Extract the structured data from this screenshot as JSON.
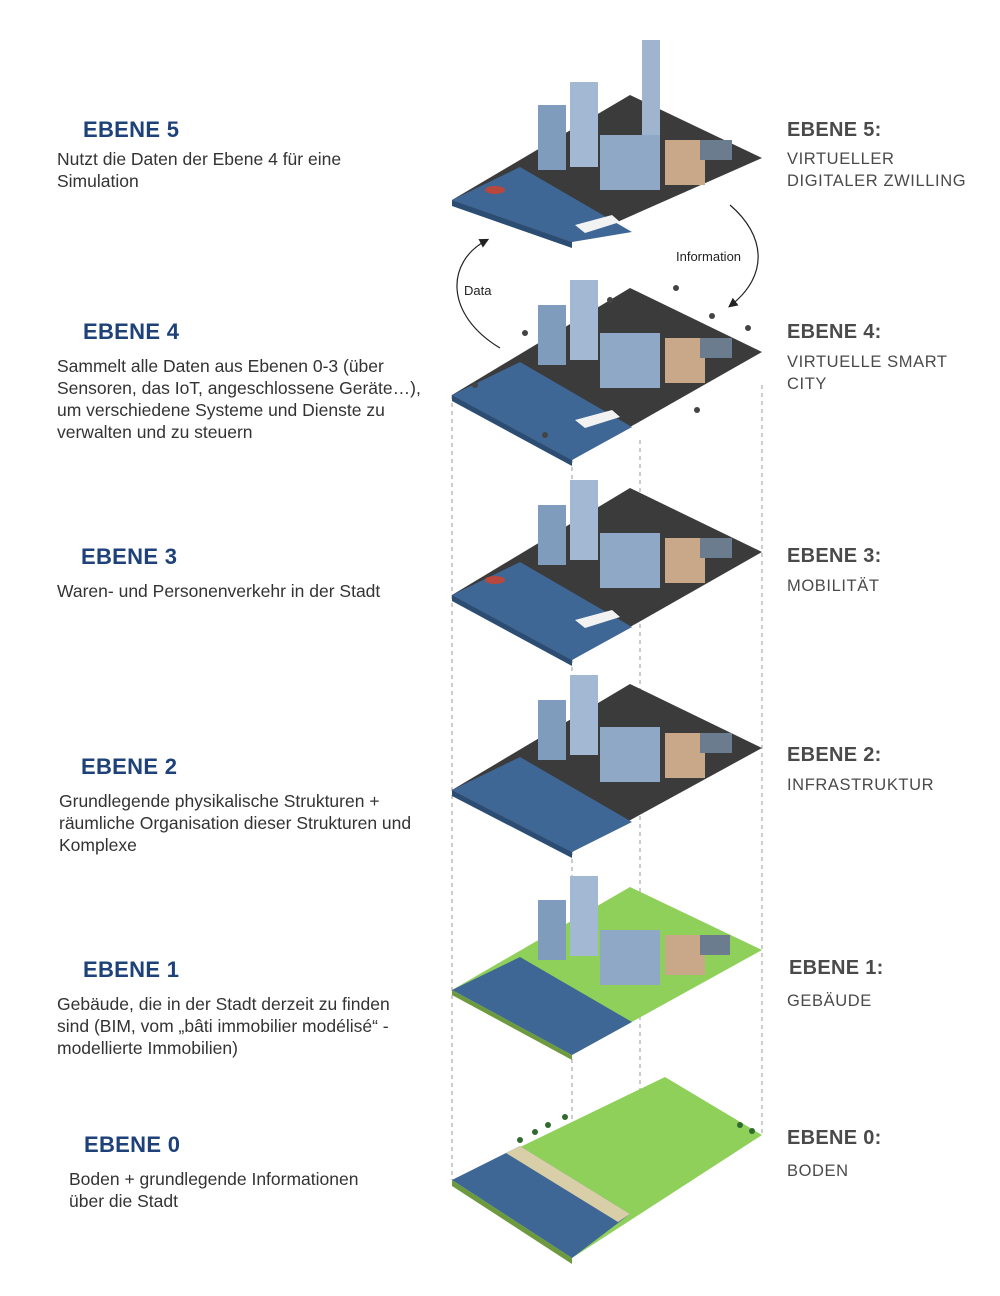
{
  "levels": [
    {
      "left_title": "EBENE 5",
      "description": "Nutzt die Daten der Ebene 4 für eine Simulation",
      "right_title": "EBENE 5:",
      "right_subtitle": "VIRTUELLER DIGITALER ZWILLING"
    },
    {
      "left_title": "EBENE 4",
      "description": "Sammelt alle Daten aus Ebenen 0-3 (über Sensoren, das IoT, angeschlossene Geräte…), um verschiedene Systeme und Dienste zu verwalten und zu steuern",
      "right_title": "EBENE 4:",
      "right_subtitle": "VIRTUELLE SMART CITY"
    },
    {
      "left_title": "EBENE 3",
      "description": "Waren- und Personenverkehr in der Stadt",
      "right_title": "EBENE 3:",
      "right_subtitle": "MOBILITÄT"
    },
    {
      "left_title": "EBENE 2",
      "description": "Grundlegende physikalische Strukturen + räumliche Organisation dieser Strukturen und Komplexe",
      "right_title": "EBENE 2:",
      "right_subtitle": "INFRASTRUKTUR"
    },
    {
      "left_title": "EBENE 1",
      "description": "Gebäude, die in der Stadt derzeit zu finden sind (BIM, vom „bâti immobilier modélisé“ - modellierte Immobilien)",
      "right_title": "EBENE 1:",
      "right_subtitle": "GEBÄUDE"
    },
    {
      "left_title": "EBENE 0",
      "description": "Boden + grundlegende Informationen über die Stadt",
      "right_title": "EBENE 0:",
      "right_subtitle": "BODEN"
    }
  ],
  "cycle": {
    "left_label": "Data",
    "right_label": "Information"
  },
  "colors": {
    "title_blue": "#1d4178",
    "water": "#3f6796",
    "grass": "#8fd05a",
    "road": "#3b3b3b",
    "building_blue": "#7f9cbd",
    "building_tan": "#c9a889"
  }
}
